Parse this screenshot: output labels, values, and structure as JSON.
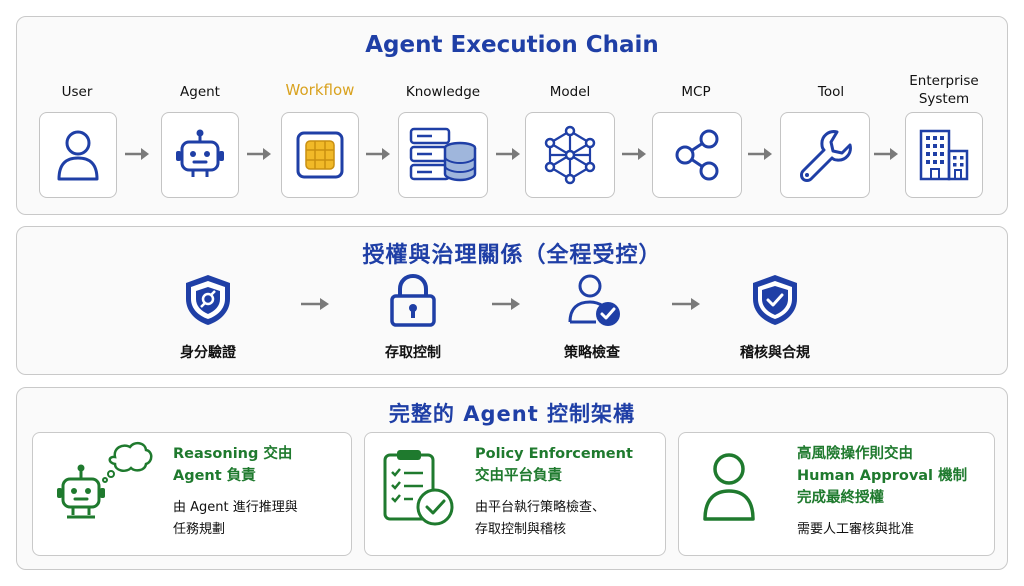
{
  "chain": {
    "title": "Agent Execution Chain",
    "nodes": [
      {
        "label": "User",
        "icon": "user-icon"
      },
      {
        "label": "Agent",
        "icon": "robot-icon"
      },
      {
        "label": "Workflow",
        "icon": "chip-icon"
      },
      {
        "label": "Knowledge",
        "icon": "database-icon"
      },
      {
        "label": "Model",
        "icon": "network-icon"
      },
      {
        "label": "MCP",
        "icon": "share-icon"
      },
      {
        "label": "Tool",
        "icon": "wrench-icon"
      },
      {
        "label_line1": "Enterprise",
        "label_line2": "System",
        "icon": "building-icon"
      }
    ]
  },
  "governance": {
    "title": "授權與治理關係（全程受控）",
    "steps": [
      {
        "label": "身分驗證",
        "icon": "identity-shield-icon"
      },
      {
        "label": "存取控制",
        "icon": "lock-icon"
      },
      {
        "label": "策略檢查",
        "icon": "user-check-icon"
      },
      {
        "label": "稽核與合規",
        "icon": "check-shield-icon"
      }
    ]
  },
  "architecture": {
    "title": "完整的 Agent 控制架構",
    "cards": [
      {
        "heading_line1": "Reasoning 交由",
        "heading_line2": "Agent 負責",
        "body_line1": "由 Agent 進行推理與",
        "body_line2": "任務規劃",
        "icon": "robot-thinking-icon"
      },
      {
        "heading_line1": "Policy Enforcement",
        "heading_line2": "交由平台負責",
        "body_line1": "由平台執行策略檢查、",
        "body_line2": "存取控制與稽核",
        "icon": "checklist-icon"
      },
      {
        "heading_line1": "高風險操作則交由",
        "heading_line2": "Human Approval 機制",
        "heading_line3": "完成最終授權",
        "body_line1": "需要人工審核與批准",
        "icon": "person-icon"
      }
    ]
  },
  "colors": {
    "primary": "#1f3fa6",
    "accent": "#d9a21f",
    "green": "#1f7a2e",
    "arrow": "#7a7a7a"
  }
}
